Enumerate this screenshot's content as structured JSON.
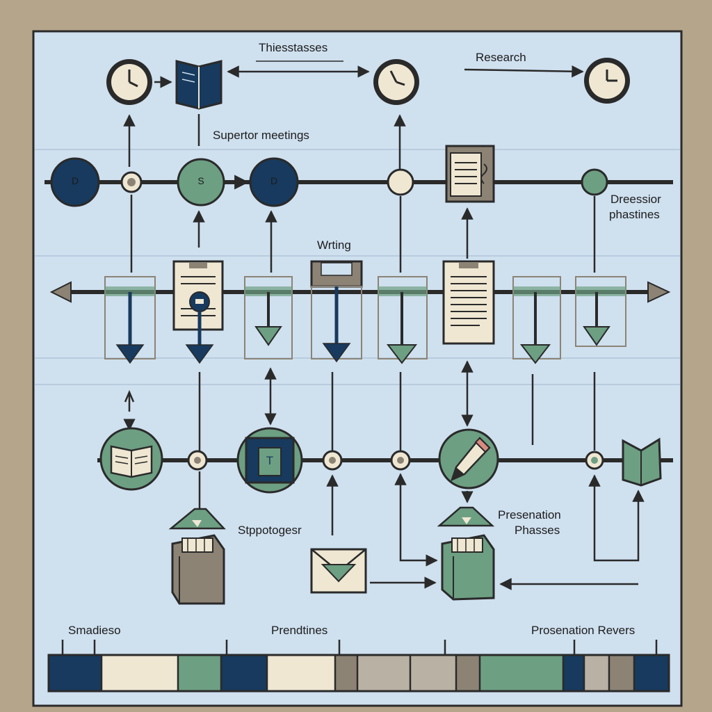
{
  "labels": {
    "thesis_stages": "Thiesstasses",
    "research": "Research",
    "supervisor_meetings": "Supertor meetings",
    "defense_phases_line1": "Dreessior",
    "defense_phases_line2": "phastines",
    "writing": "Wrting",
    "node_d1": "D",
    "node_s": "S",
    "node_d2": "D",
    "book_t": "T",
    "supplementary": "Stppotogesr",
    "presentation_phases_line1": "Presenation",
    "presentation_phases_line2": "Phasses",
    "legend_left": "Smadieso",
    "legend_mid": "Prendtines",
    "legend_right": "Prosenation Revers"
  },
  "colors": {
    "background": "#b5a58b",
    "panel": "#cfe0ef",
    "navy": "#173a5e",
    "green": "#6d9f83",
    "cream": "#efe7d2",
    "taupe": "#8c8375",
    "line": "#2a2a2a"
  }
}
